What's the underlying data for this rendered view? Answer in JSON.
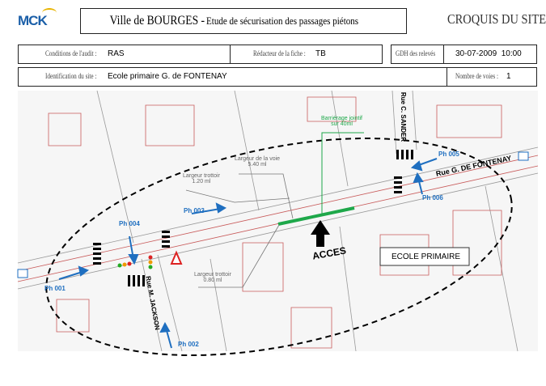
{
  "header": {
    "logo": "MCK",
    "title_main": "Ville de BOURGES - ",
    "title_sub": "Etude de sécurisation des passages piétons",
    "sheet_title": "CROQUIS DU SITE"
  },
  "info": {
    "conditions_label": "Conditions de l'audit :",
    "conditions_value": "RAS",
    "redacteur_label": "Rédacteur de la fiche :",
    "redacteur_value": "TB",
    "gdh_label": "GDH des relevés",
    "gdh_value": "30-07-2009  10:00",
    "site_label": "Identification du site :",
    "site_value": "Ecole primaire G. de FONTENAY",
    "voies_label": "Nombre de voies :",
    "voies_value": "1"
  },
  "map": {
    "streets": {
      "main": "Rue G. DE FONTENAY",
      "sander": "Rue C. SANDER",
      "jackson": "Rue M. JACKSON"
    },
    "photos": [
      "Ph 001",
      "Ph 002",
      "Ph 003",
      "Ph 004",
      "Ph 005",
      "Ph 006"
    ],
    "annotations": {
      "largeur_voie": "Largeur de la voie",
      "largeur_voie_val": "5.40 ml",
      "trottoir_1": "Largeur trottoir",
      "trottoir_1_val": "1.20 ml",
      "trottoir_2": "Largeur trottoir",
      "trottoir_2_val": "0.80 ml",
      "barrierage": "Barriérage jointif",
      "barrierage_val": "sur 40ml",
      "acces": "ACCES",
      "ecole": "ECOLE PRIMAIRE"
    },
    "colors": {
      "photo": "#1f6fc0",
      "barrier": "#1ea84a",
      "building": "#c85a5a"
    }
  }
}
